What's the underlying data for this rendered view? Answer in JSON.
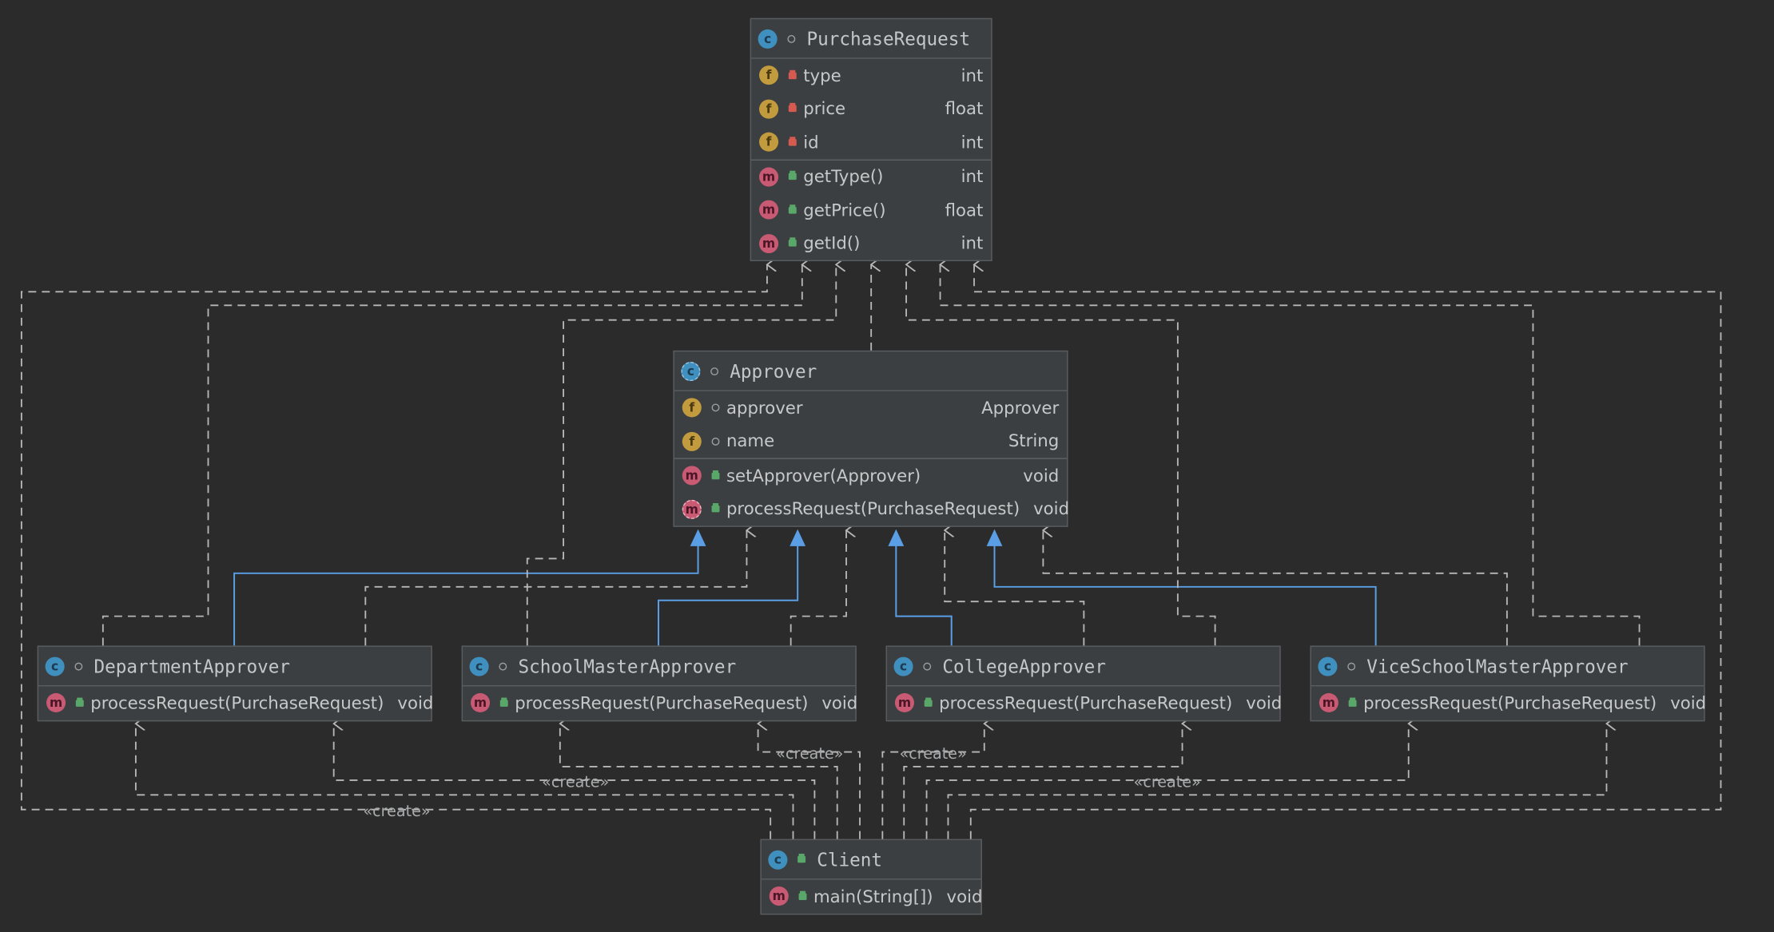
{
  "classes": {
    "purchase_request": {
      "name": "PurchaseRequest",
      "fields": [
        {
          "name": "type",
          "type": "int"
        },
        {
          "name": "price",
          "type": "float"
        },
        {
          "name": "id",
          "type": "int"
        }
      ],
      "methods": [
        {
          "name": "getType()",
          "type": "int"
        },
        {
          "name": "getPrice()",
          "type": "float"
        },
        {
          "name": "getId()",
          "type": "int"
        }
      ]
    },
    "approver": {
      "name": "Approver",
      "fields": [
        {
          "name": "approver",
          "type": "Approver"
        },
        {
          "name": "name",
          "type": "String"
        }
      ],
      "methods": [
        {
          "name": "setApprover(Approver)",
          "type": "void"
        },
        {
          "name": "processRequest(PurchaseRequest)",
          "type": "void"
        }
      ]
    },
    "department_approver": {
      "name": "DepartmentApprover",
      "methods": [
        {
          "name": "processRequest(PurchaseRequest)",
          "type": "void"
        }
      ]
    },
    "school_master_approver": {
      "name": "SchoolMasterApprover",
      "methods": [
        {
          "name": "processRequest(PurchaseRequest)",
          "type": "void"
        }
      ]
    },
    "college_approver": {
      "name": "CollegeApprover",
      "methods": [
        {
          "name": "processRequest(PurchaseRequest)",
          "type": "void"
        }
      ]
    },
    "vice_school_master_approver": {
      "name": "ViceSchoolMasterApprover",
      "methods": [
        {
          "name": "processRequest(PurchaseRequest)",
          "type": "void"
        }
      ]
    },
    "client": {
      "name": "Client",
      "methods": [
        {
          "name": "main(String[])",
          "type": "void"
        }
      ]
    }
  },
  "edge_labels": {
    "create": "«create»"
  },
  "colors": {
    "background": "#2b2b2b",
    "node_fill": "#3c3f41",
    "inheritance": "#5a9ee6",
    "dependency": "#b7b7b7"
  },
  "icons": {
    "class": "class-icon",
    "abstract_class": "abstract-class-icon",
    "field": "field-icon",
    "method": "method-icon",
    "package_private": "package-private-icon",
    "private": "private-lock-icon",
    "public": "public-lock-icon"
  }
}
